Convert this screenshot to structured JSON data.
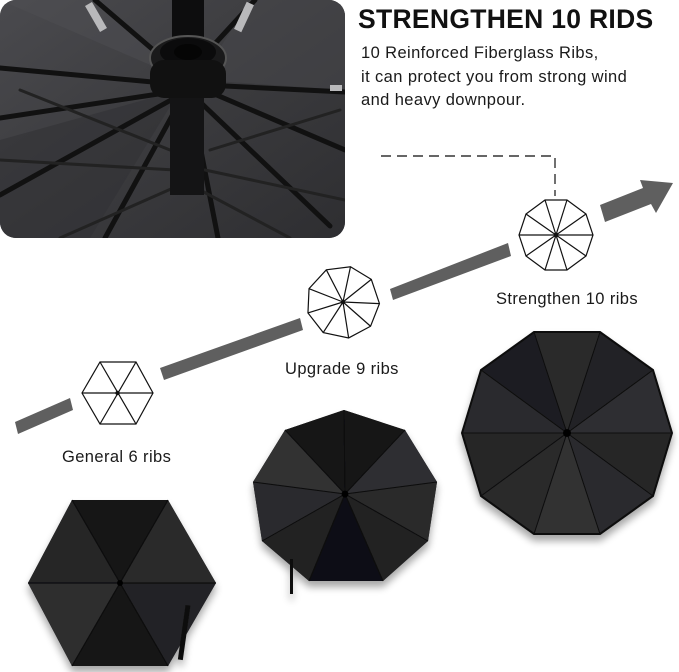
{
  "header": {
    "title": "STRENGTHEN 10 RIDS",
    "description_lines": [
      "10 Reinforced Fiberglass Ribs,",
      "it can protect you from strong wind",
      "and heavy downpour."
    ]
  },
  "photo": {
    "subject": "umbrella-underside-frame-photo"
  },
  "progression": {
    "arrow_color": "#5f5f5f",
    "stages": [
      {
        "label": "General 6 ribs",
        "ribs": 6,
        "icon": "hexagon-6-ribs-icon"
      },
      {
        "label": "Upgrade 9 ribs",
        "ribs": 9,
        "icon": "nonagon-9-ribs-icon"
      },
      {
        "label": "Strengthen 10 ribs",
        "ribs": 10,
        "icon": "decagon-10-ribs-icon"
      }
    ]
  },
  "umbrellas": [
    {
      "ribs": 6,
      "name": "umbrella-6-ribs"
    },
    {
      "ribs": 9,
      "name": "umbrella-9-ribs"
    },
    {
      "ribs": 10,
      "name": "umbrella-10-ribs"
    }
  ]
}
